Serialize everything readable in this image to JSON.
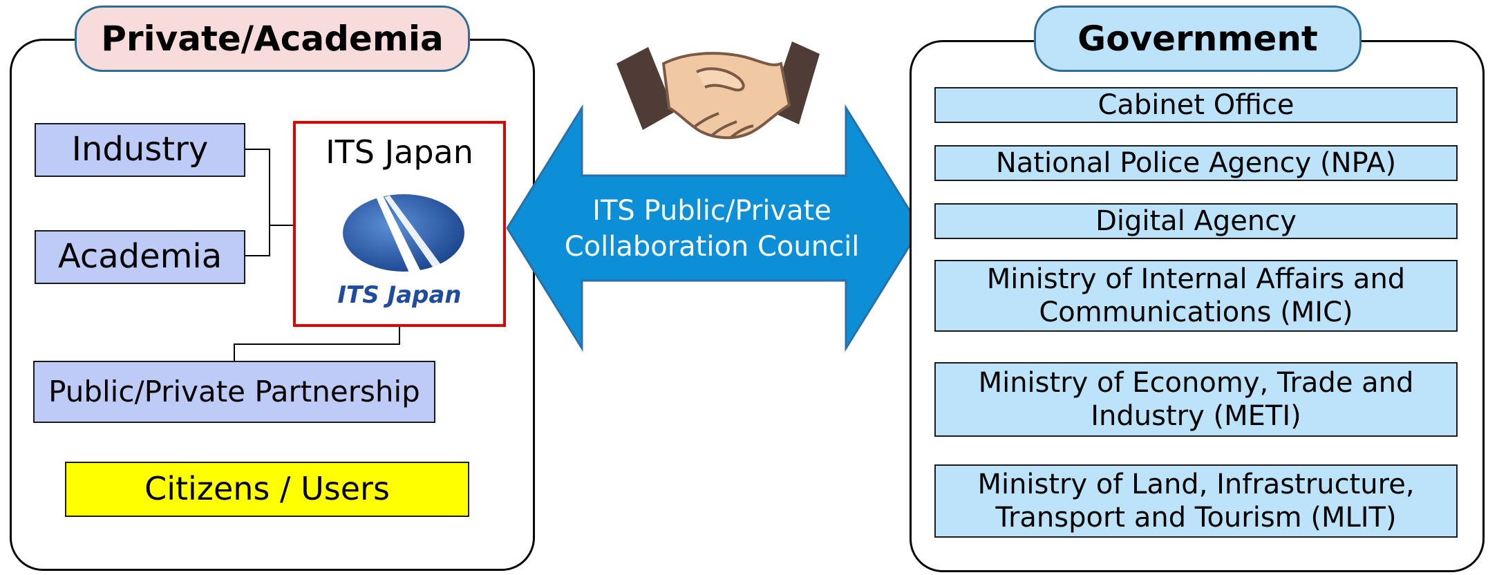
{
  "left_panel": {
    "title": "Private/Academia",
    "items": {
      "industry": "Industry",
      "academia": "Academia",
      "its_japan_label": "ITS Japan",
      "logo_text": "ITS Japan",
      "partnership": "Public/Private Partnership",
      "citizens": "Citizens / Users"
    }
  },
  "center": {
    "arrow_label_line1": "ITS Public/Private",
    "arrow_label_line2": "Collaboration Council"
  },
  "right_panel": {
    "title": "Government",
    "agencies": [
      {
        "line1": "Cabinet Office",
        "line2": ""
      },
      {
        "line1": "National Police Agency (NPA)",
        "line2": ""
      },
      {
        "line1": "Digital Agency",
        "line2": ""
      },
      {
        "line1": "Ministry of Internal Affairs and",
        "line2": "Communications (MIC)"
      },
      {
        "line1": "Ministry of Economy, Trade and",
        "line2": "Industry (METI)"
      },
      {
        "line1": "Ministry of Land, Infrastructure,",
        "line2": "Transport and Tourism (MLIT)"
      }
    ]
  },
  "colors": {
    "left_title_fill": "#f8dcdc",
    "right_title_fill": "#bde3fb",
    "lavender_box": "#bfcbf7",
    "agency_box": "#bde3fb",
    "citizens_box": "#ffff00",
    "its_border": "#e00000",
    "arrow_fill": "#0c8fd6",
    "arrow_text": "#ffffff"
  }
}
